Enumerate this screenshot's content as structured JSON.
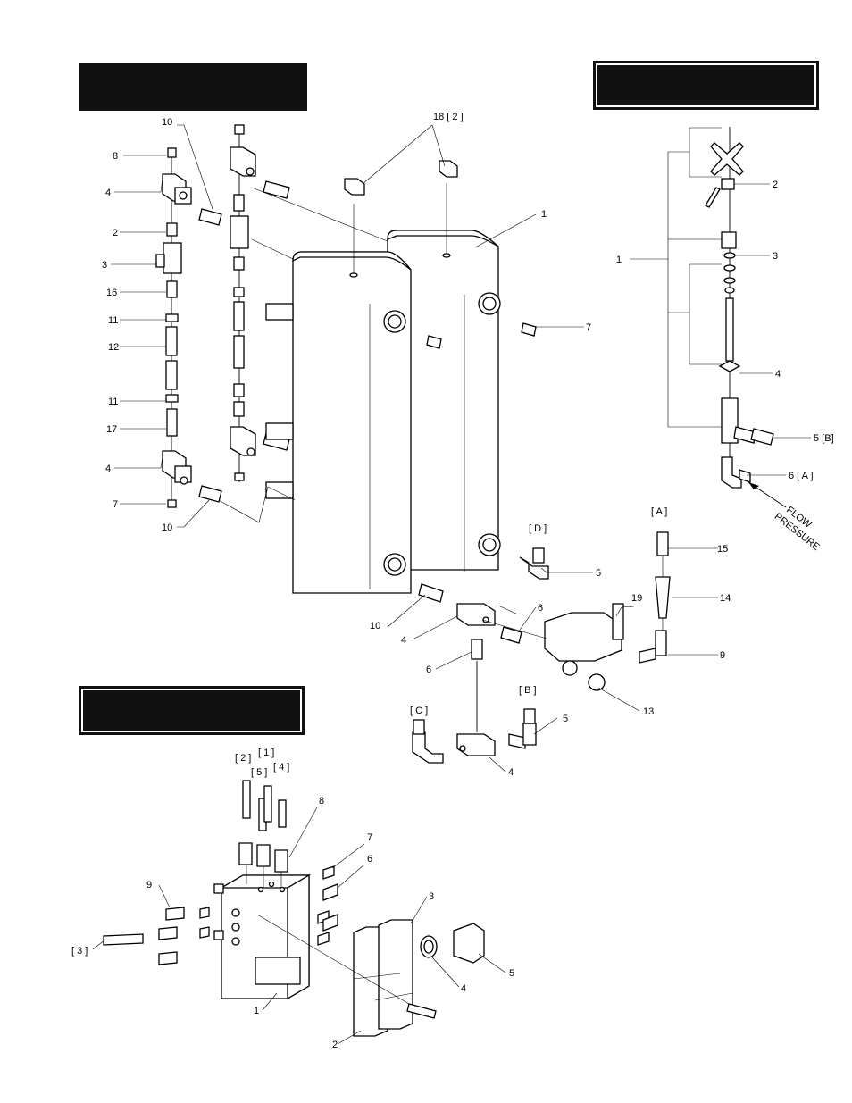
{
  "title_boxes": [
    {
      "id": "top-left",
      "text": ""
    },
    {
      "id": "top-right",
      "text": ""
    },
    {
      "id": "bottom-left",
      "text": ""
    }
  ],
  "annotation": {
    "line1": "FLOW",
    "line2": "PRESSURE"
  },
  "callouts": {
    "left_assembly": [
      "10",
      "8",
      "4",
      "2",
      "3",
      "16",
      "11",
      "12",
      "11",
      "17",
      "4",
      "7",
      "10"
    ],
    "center": [
      "18 [ 2 ]",
      "1",
      "7",
      "[ D ]",
      "5",
      "10",
      "4",
      "6",
      "6",
      "[ C ]",
      "[ B ]",
      "5",
      "4",
      "13",
      "19",
      "9",
      "[ A ]",
      "15",
      "14"
    ],
    "right_valve": [
      "2",
      "1",
      "3",
      "4",
      "5 [B]",
      "6 [ A ]"
    ],
    "manifold": [
      "[ 2 ]",
      "[ 1 ]",
      "[ 5 ]",
      "[ 4 ]",
      "8",
      "7",
      "6",
      "9",
      "[ 3 ]",
      "3",
      "5",
      "4",
      "1",
      "2"
    ]
  }
}
